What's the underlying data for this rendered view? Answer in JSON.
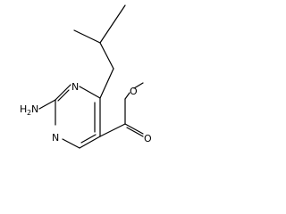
{
  "molecule": {
    "atoms": {
      "n3": "N",
      "n1": "N",
      "amine_h": "H",
      "amine_h_count": "2",
      "amine_n": "N",
      "ester_o_carbonyl": "O",
      "ester_o_methoxy": "O"
    },
    "colors": {
      "bond": "#000000",
      "label": "#000000",
      "background": "#ffffff"
    }
  }
}
